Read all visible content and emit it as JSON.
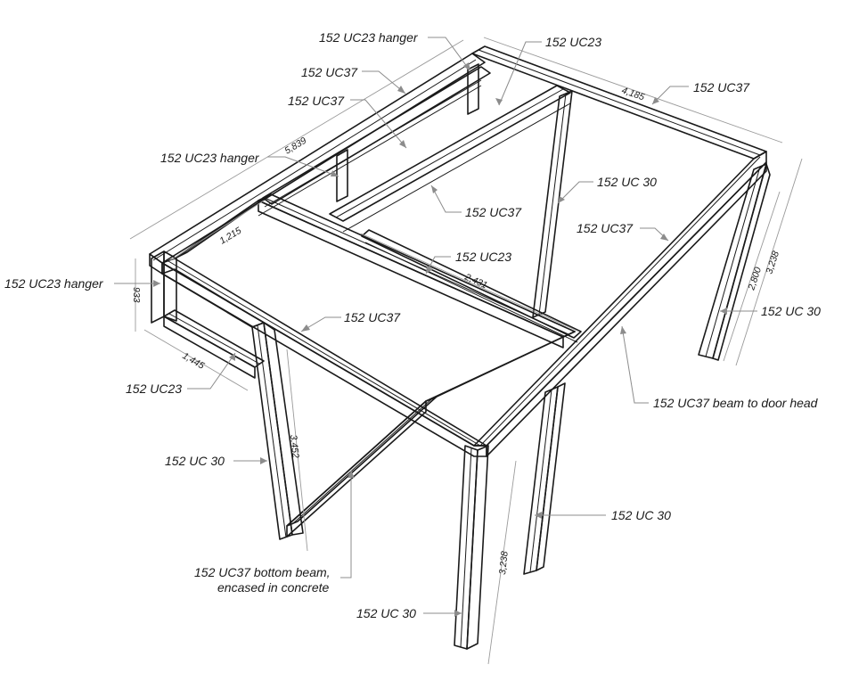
{
  "callouts": {
    "uc23_hanger_top": "152 UC23 hanger",
    "uc23_top_right": "152 UC23",
    "uc37_top_a": "152 UC37",
    "uc37_top_b": "152 UC37",
    "uc37_right_rear": "152 UC37",
    "uc23_hanger_mid": "152 UC23 hanger",
    "uc30_rear_mid": "152 UC 30",
    "uc37_center": "152 UC37",
    "uc37_right": "152 UC37",
    "uc23_hanger_left": "152 UC23 hanger",
    "uc23_center": "152 UC23",
    "uc30_right_rear": "152 UC 30",
    "uc37_front": "152 UC37",
    "uc37_door_head": "152 UC37 beam to door head",
    "uc23_left_low": "152 UC23",
    "uc30_front_left": "152 UC 30",
    "uc30_front_right_rear": "152 UC 30",
    "uc37_bottom_line1": "152 UC37 bottom beam,",
    "uc37_bottom_line2": "encased in concrete",
    "uc30_front_right": "152 UC 30"
  },
  "dimensions": {
    "d_5839": "5,839",
    "d_4185": "4,185",
    "d_1215": "1,215",
    "d_2431": "2,431",
    "d_933": "933",
    "d_1445": "1,445",
    "d_3238_right": "3,238",
    "d_2800": "2,800",
    "d_3452": "3,452",
    "d_3238_front": "3,238"
  }
}
